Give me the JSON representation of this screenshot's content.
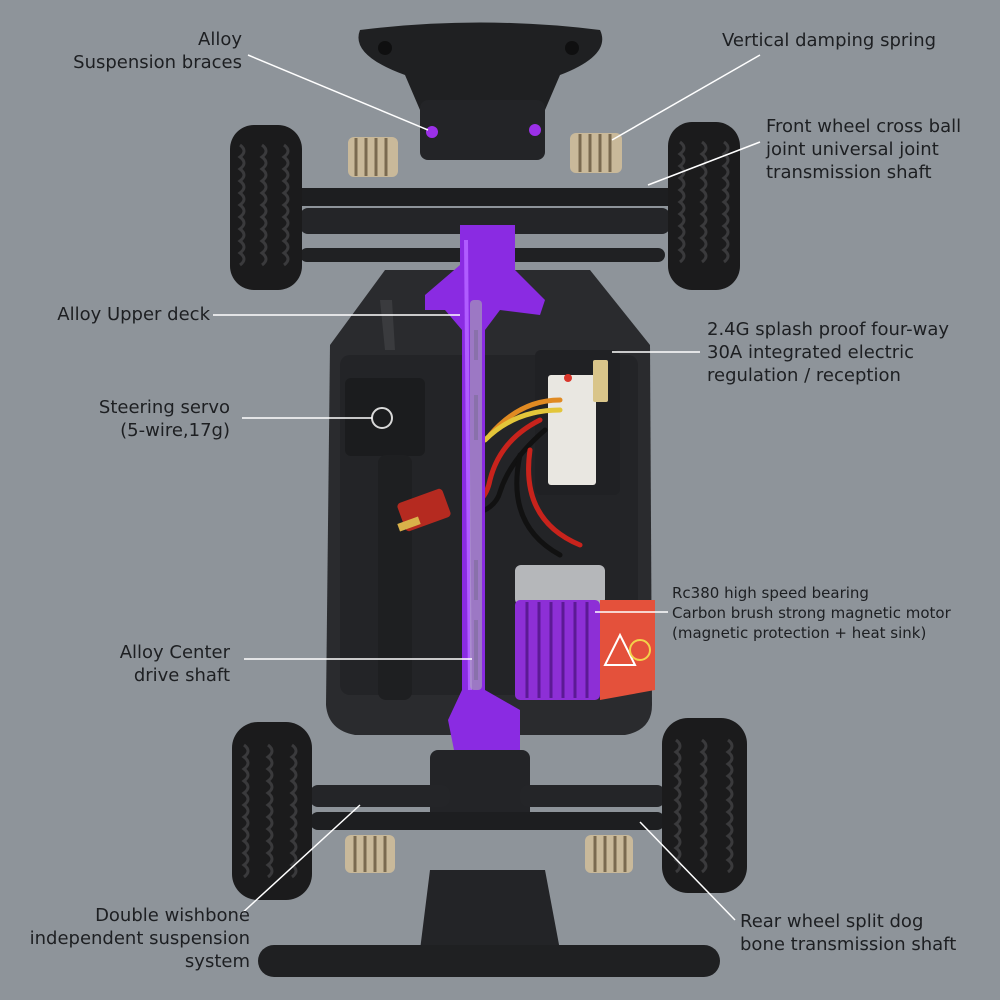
{
  "colors": {
    "background": "#8e949a",
    "chassis": "#2a2b2e",
    "chassis_dark": "#1c1d1f",
    "purple": "#8a2be2",
    "purple_light": "#b05cff",
    "tire": "#1b1b1c",
    "motor_shield": "#e4513b",
    "leader_line": "#ffffff",
    "label_text": "#1d1f22"
  },
  "callouts": {
    "alloy_suspension_braces": [
      "Alloy",
      "Suspension braces"
    ],
    "vertical_damping_spring": [
      "Vertical damping spring"
    ],
    "front_wheel_shaft": [
      "Front wheel cross ball",
      "joint universal joint",
      "transmission shaft"
    ],
    "alloy_upper_deck": [
      "Alloy Upper deck"
    ],
    "esc_receiver": [
      "2.4G splash proof four-way",
      "30A integrated electric",
      "regulation / reception"
    ],
    "steering_servo": [
      "Steering servo",
      "(5-wire,17g)"
    ],
    "motor": [
      "Rc380 high speed bearing",
      "Carbon brush strong magnetic motor",
      "(magnetic protection + heat sink)"
    ],
    "alloy_center_drive_shaft": [
      "Alloy Center",
      "drive shaft"
    ],
    "double_wishbone": [
      "Double wishbone",
      "independent suspension",
      "system"
    ],
    "rear_wheel_shaft": [
      "Rear wheel split dog",
      "bone transmission shaft"
    ]
  }
}
